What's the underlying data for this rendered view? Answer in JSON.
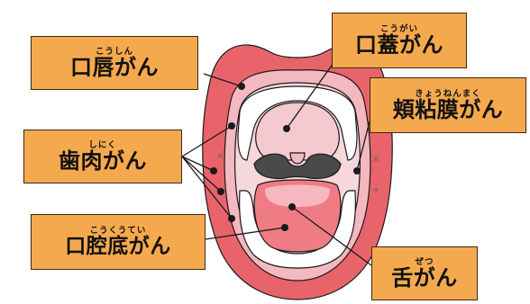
{
  "colors": {
    "label_fill": "#f5a94e",
    "lips": "#e8646a",
    "lip_inner": "#f3b8c0",
    "gum": "#f6d8dc",
    "teeth": "#ffffff",
    "palate": "#f4c9cf",
    "throat": "#4a4a4a",
    "tongue": "#ef7c84",
    "tongue_highlight": "#f7b7be",
    "outline": "#1a1a1a"
  },
  "labels": {
    "lip": {
      "ruby": "こうしん",
      "text": "口唇がん"
    },
    "palate": {
      "ruby": "こうがい",
      "text": "口蓋がん"
    },
    "buccal": {
      "ruby": "きょうねんまく",
      "text": "頬粘膜がん"
    },
    "gum": {
      "ruby": "しにく",
      "text": "歯肉がん"
    },
    "floor": {
      "ruby": "こうくうてい",
      "text": "口腔底がん"
    },
    "tongue": {
      "ruby": "ぜつ",
      "text": "舌がん"
    }
  }
}
